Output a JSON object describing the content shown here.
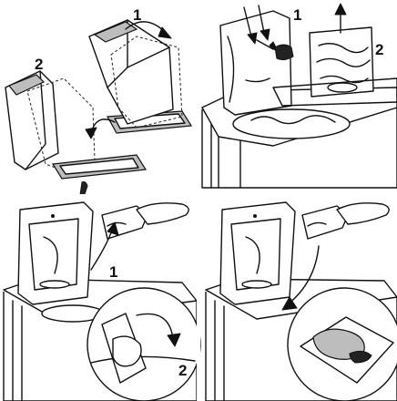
{
  "panels": [
    {
      "id": "top-left",
      "steps": [
        "1",
        "2"
      ]
    },
    {
      "id": "top-right",
      "steps": [
        "1",
        "2"
      ]
    },
    {
      "id": "bottom-left",
      "steps": [
        "1",
        "2"
      ]
    },
    {
      "id": "bottom-right",
      "steps": []
    }
  ]
}
